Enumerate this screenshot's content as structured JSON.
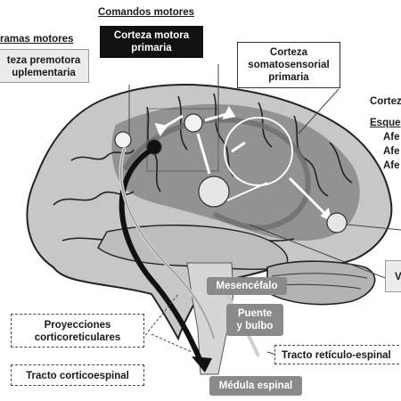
{
  "headings": {
    "motor_commands": "Comandos motores",
    "motor_programs": "ramas motores"
  },
  "boxes": {
    "primary_motor": [
      "Corteza motora",
      "primaria"
    ],
    "premotor": [
      "teza premotora",
      "uplementaria"
    ],
    "somatosensory": [
      "Corteza",
      "somatosensorial",
      "primaria"
    ],
    "reticular_projections": [
      "Proyecciones",
      "corticoreticulares"
    ],
    "corticospinal": "Tracto corticoespinal",
    "reticulospinal": "Tracto retículo-espinal"
  },
  "right_panel": {
    "title": "Cortez",
    "heading": "Esque",
    "items": [
      "Afe",
      "Afe",
      "Afe"
    ],
    "lower": "V"
  },
  "structures": {
    "midbrain": "Mesencéfalo",
    "pons_medulla": [
      "Puente",
      "y bulbo"
    ],
    "spinal_cord": "Médula espinal"
  },
  "colors": {
    "cortex": "#8c8c8c",
    "cortex_outline": "#222222",
    "accent_dark": "#111111",
    "pill": "#8a8a8a"
  }
}
